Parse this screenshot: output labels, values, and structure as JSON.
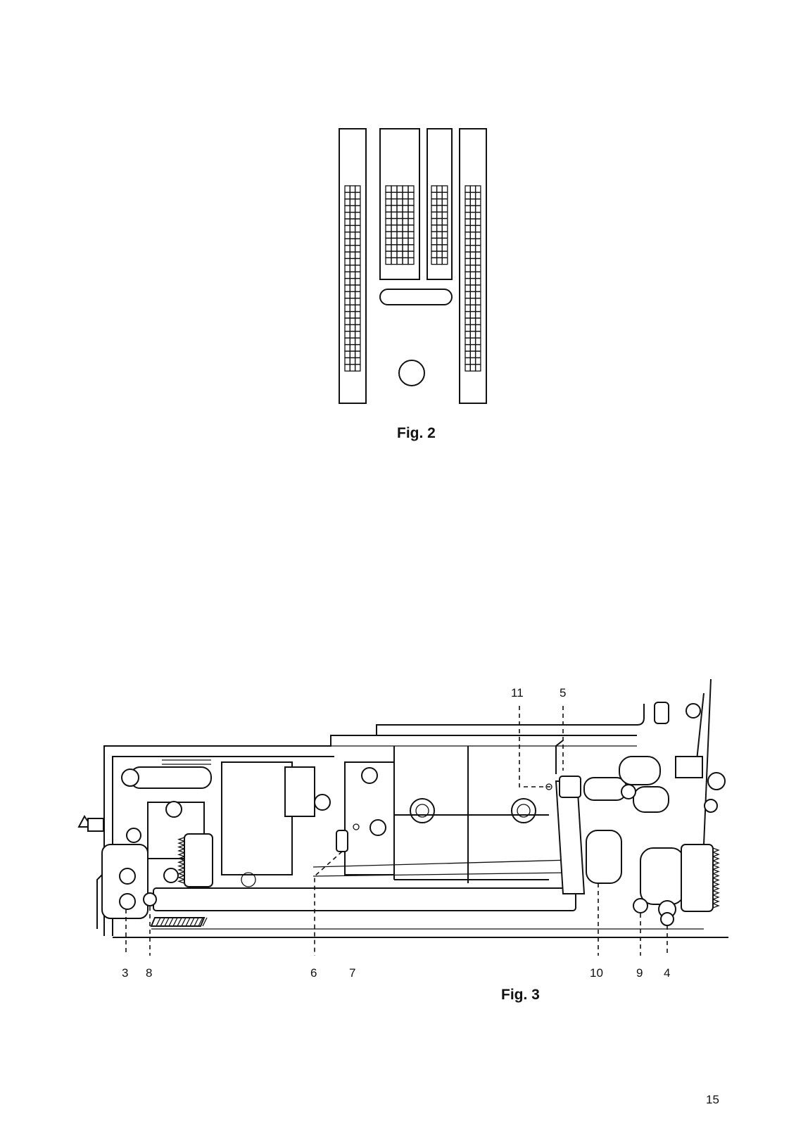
{
  "fig2": {
    "caption": "Fig. 2"
  },
  "fig3": {
    "caption": "Fig. 3",
    "callouts_top": [
      "11",
      "5"
    ],
    "callouts_bottom": [
      "3",
      "8",
      "6",
      "7",
      "10",
      "9",
      "4"
    ]
  },
  "page_number": "15"
}
